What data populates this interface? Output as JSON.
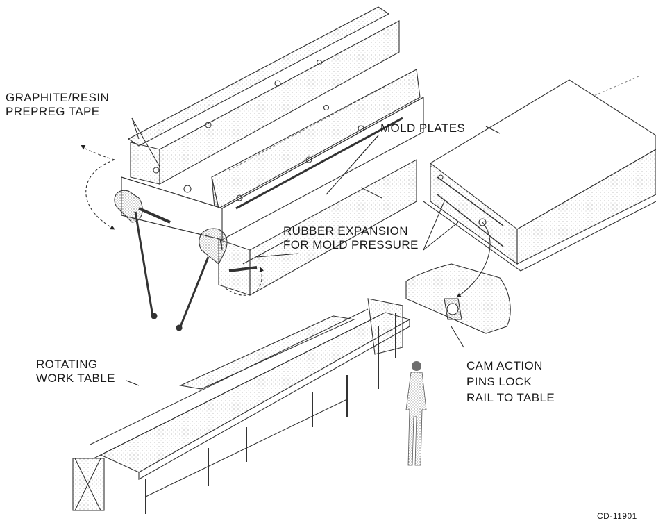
{
  "labels": {
    "prepreg": [
      "GRAPHITE/RESIN",
      "PREPREG TAPE"
    ],
    "mold_plates": "MOLD PLATES",
    "rubber": [
      "RUBBER EXPANSION",
      "FOR MOLD PRESSURE"
    ],
    "work_table": [
      "ROTATING",
      "WORK TABLE"
    ],
    "cam": [
      "CAM ACTION",
      "PINS LOCK",
      "RAIL TO TABLE"
    ]
  },
  "figure_id": "CD-11901"
}
